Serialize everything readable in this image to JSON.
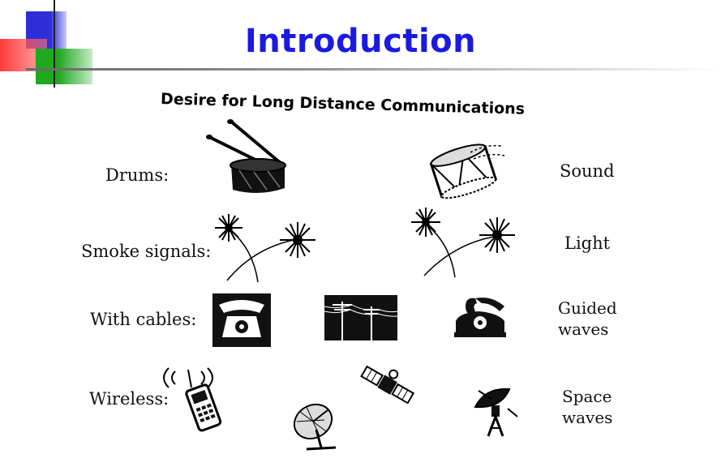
{
  "slide": {
    "title": "Introduction",
    "subtitle": "Desire for Long Distance Communications"
  },
  "rows": {
    "drums": {
      "left": "Drums:",
      "right": "Sound"
    },
    "smoke": {
      "left": "Smoke signals:",
      "right": "Light"
    },
    "cables": {
      "left": "With cables:",
      "right_line1": "Guided",
      "right_line2": "waves"
    },
    "wireless": {
      "left": "Wireless:",
      "right_line1": "Space",
      "right_line2": "waves"
    }
  },
  "icons": [
    "drum-icon",
    "firework-icon",
    "telephone-icon",
    "telegraph-poles-icon",
    "mobile-phone-icon",
    "satellite-dish-icon",
    "satellite-icon"
  ]
}
